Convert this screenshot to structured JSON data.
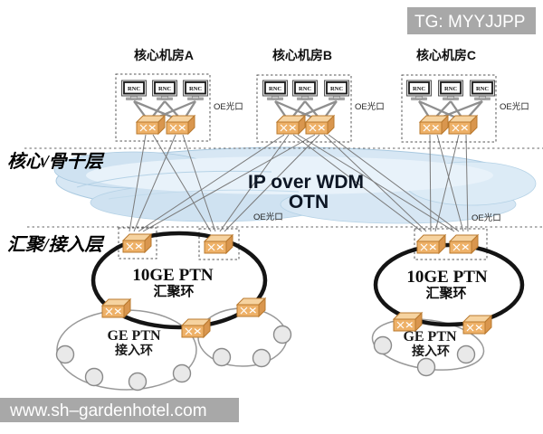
{
  "watermarks": {
    "top_right": "TG: MYYJJPP",
    "bottom_left": "www.sh–gardenhotel.com"
  },
  "layers": {
    "core": "核心/骨干层",
    "aggregation": "汇聚/接入层"
  },
  "cloud": {
    "line1": "IP over WDM",
    "line2": "OTN"
  },
  "core_rooms": [
    {
      "label": "核心机房A",
      "port_label": "OE光口",
      "rnc": [
        "RNC",
        "RNC",
        "RNC"
      ]
    },
    {
      "label": "核心机房B",
      "port_label": "OE光口",
      "rnc": [
        "RNC",
        "RNC",
        "RNC"
      ]
    },
    {
      "label": "核心机房C",
      "port_label": "OE光口",
      "rnc": [
        "RNC",
        "RNC",
        "RNC"
      ]
    }
  ],
  "aggregation_layer": {
    "left_port_label": "OE光口",
    "right_port_label": "OE光口",
    "rings": [
      {
        "title": "10GE PTN",
        "subtitle": "汇聚环"
      },
      {
        "title": "10GE PTN",
        "subtitle": "汇聚环"
      }
    ]
  },
  "access_layer": {
    "rings": [
      {
        "title": "GE PTN",
        "subtitle": "接入环"
      },
      {
        "title": "GE PTN",
        "subtitle": "接入环"
      }
    ]
  },
  "colors": {
    "node_orange": "#eeb168",
    "ring_black": "#141414",
    "access_ring_gray": "#999999",
    "cloud_blue": "#d7e7f4",
    "watermark_gray": "#a8a8a8",
    "line_gray": "#7a7a7a"
  }
}
